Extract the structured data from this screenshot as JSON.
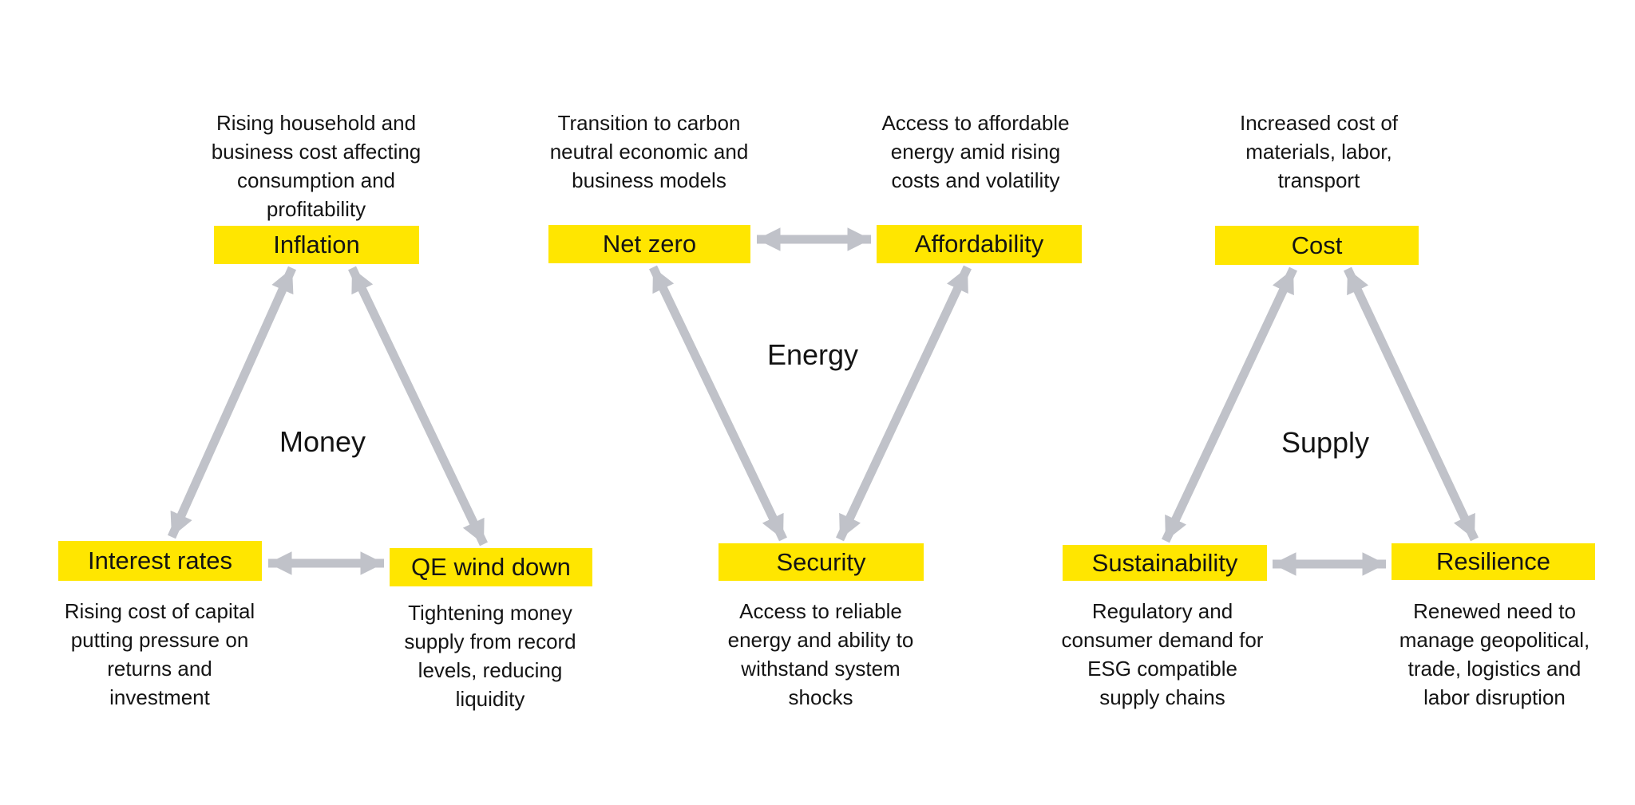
{
  "colors": {
    "box_fill": "#FFE600",
    "arrow": "#C0C2C9",
    "text": "#141414",
    "background": "#FFFFFF"
  },
  "triangles": [
    {
      "center_label": "Money",
      "nodes": [
        {
          "label": "Inflation",
          "description": "Rising household and\nbusiness cost affecting\nconsumption and\nprofitability"
        },
        {
          "label": "Interest rates",
          "description": "Rising cost of capital\nputting pressure on\nreturns and\ninvestment"
        },
        {
          "label": "QE wind down",
          "description": "Tightening money\nsupply from record\nlevels, reducing\nliquidity"
        }
      ]
    },
    {
      "center_label": "Energy",
      "nodes": [
        {
          "label": "Net zero",
          "description": "Transition to carbon\nneutral economic and\nbusiness models"
        },
        {
          "label": "Affordability",
          "description": "Access to affordable\nenergy amid rising\ncosts and volatility"
        },
        {
          "label": "Security",
          "description": "Access to reliable\nenergy and ability to\nwithstand system\nshocks"
        }
      ]
    },
    {
      "center_label": "Supply",
      "nodes": [
        {
          "label": "Cost",
          "description": "Increased cost of\nmaterials, labor,\ntransport"
        },
        {
          "label": "Sustainability",
          "description": "Regulatory and\nconsumer demand for\nESG compatible\nsupply chains"
        },
        {
          "label": "Resilience",
          "description": "Renewed need to\nmanage geopolitical,\ntrade, logistics and\nlabor disruption"
        }
      ]
    }
  ]
}
